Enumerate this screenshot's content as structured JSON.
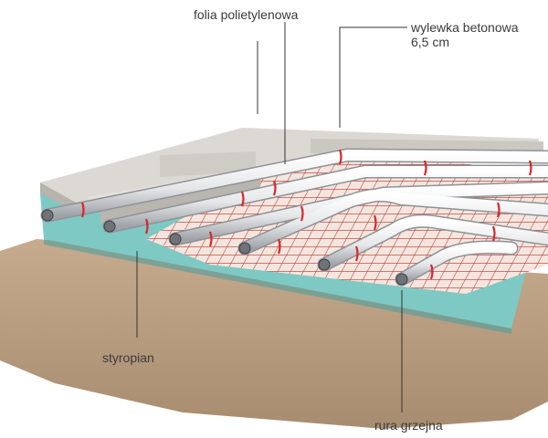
{
  "labels": {
    "foil": "folia polietylenowa",
    "screed_line1": "wylewka betonowa",
    "screed_line2": "6,5 cm",
    "insulation": "styropian",
    "heating_pipe": "rura grzejna"
  },
  "colors": {
    "ground": "#b89c80",
    "insulation": "#7ec9c4",
    "insulation_side": "#5fb3b0",
    "concrete": "#c9c6c1",
    "concrete_top": "#dcd9d4",
    "pipe": "#e9e9ea",
    "pipe_shadow": "#b9bcc0",
    "mesh": "#b8413b",
    "foil": "#f1e4dc",
    "clip": "#d8262a"
  }
}
